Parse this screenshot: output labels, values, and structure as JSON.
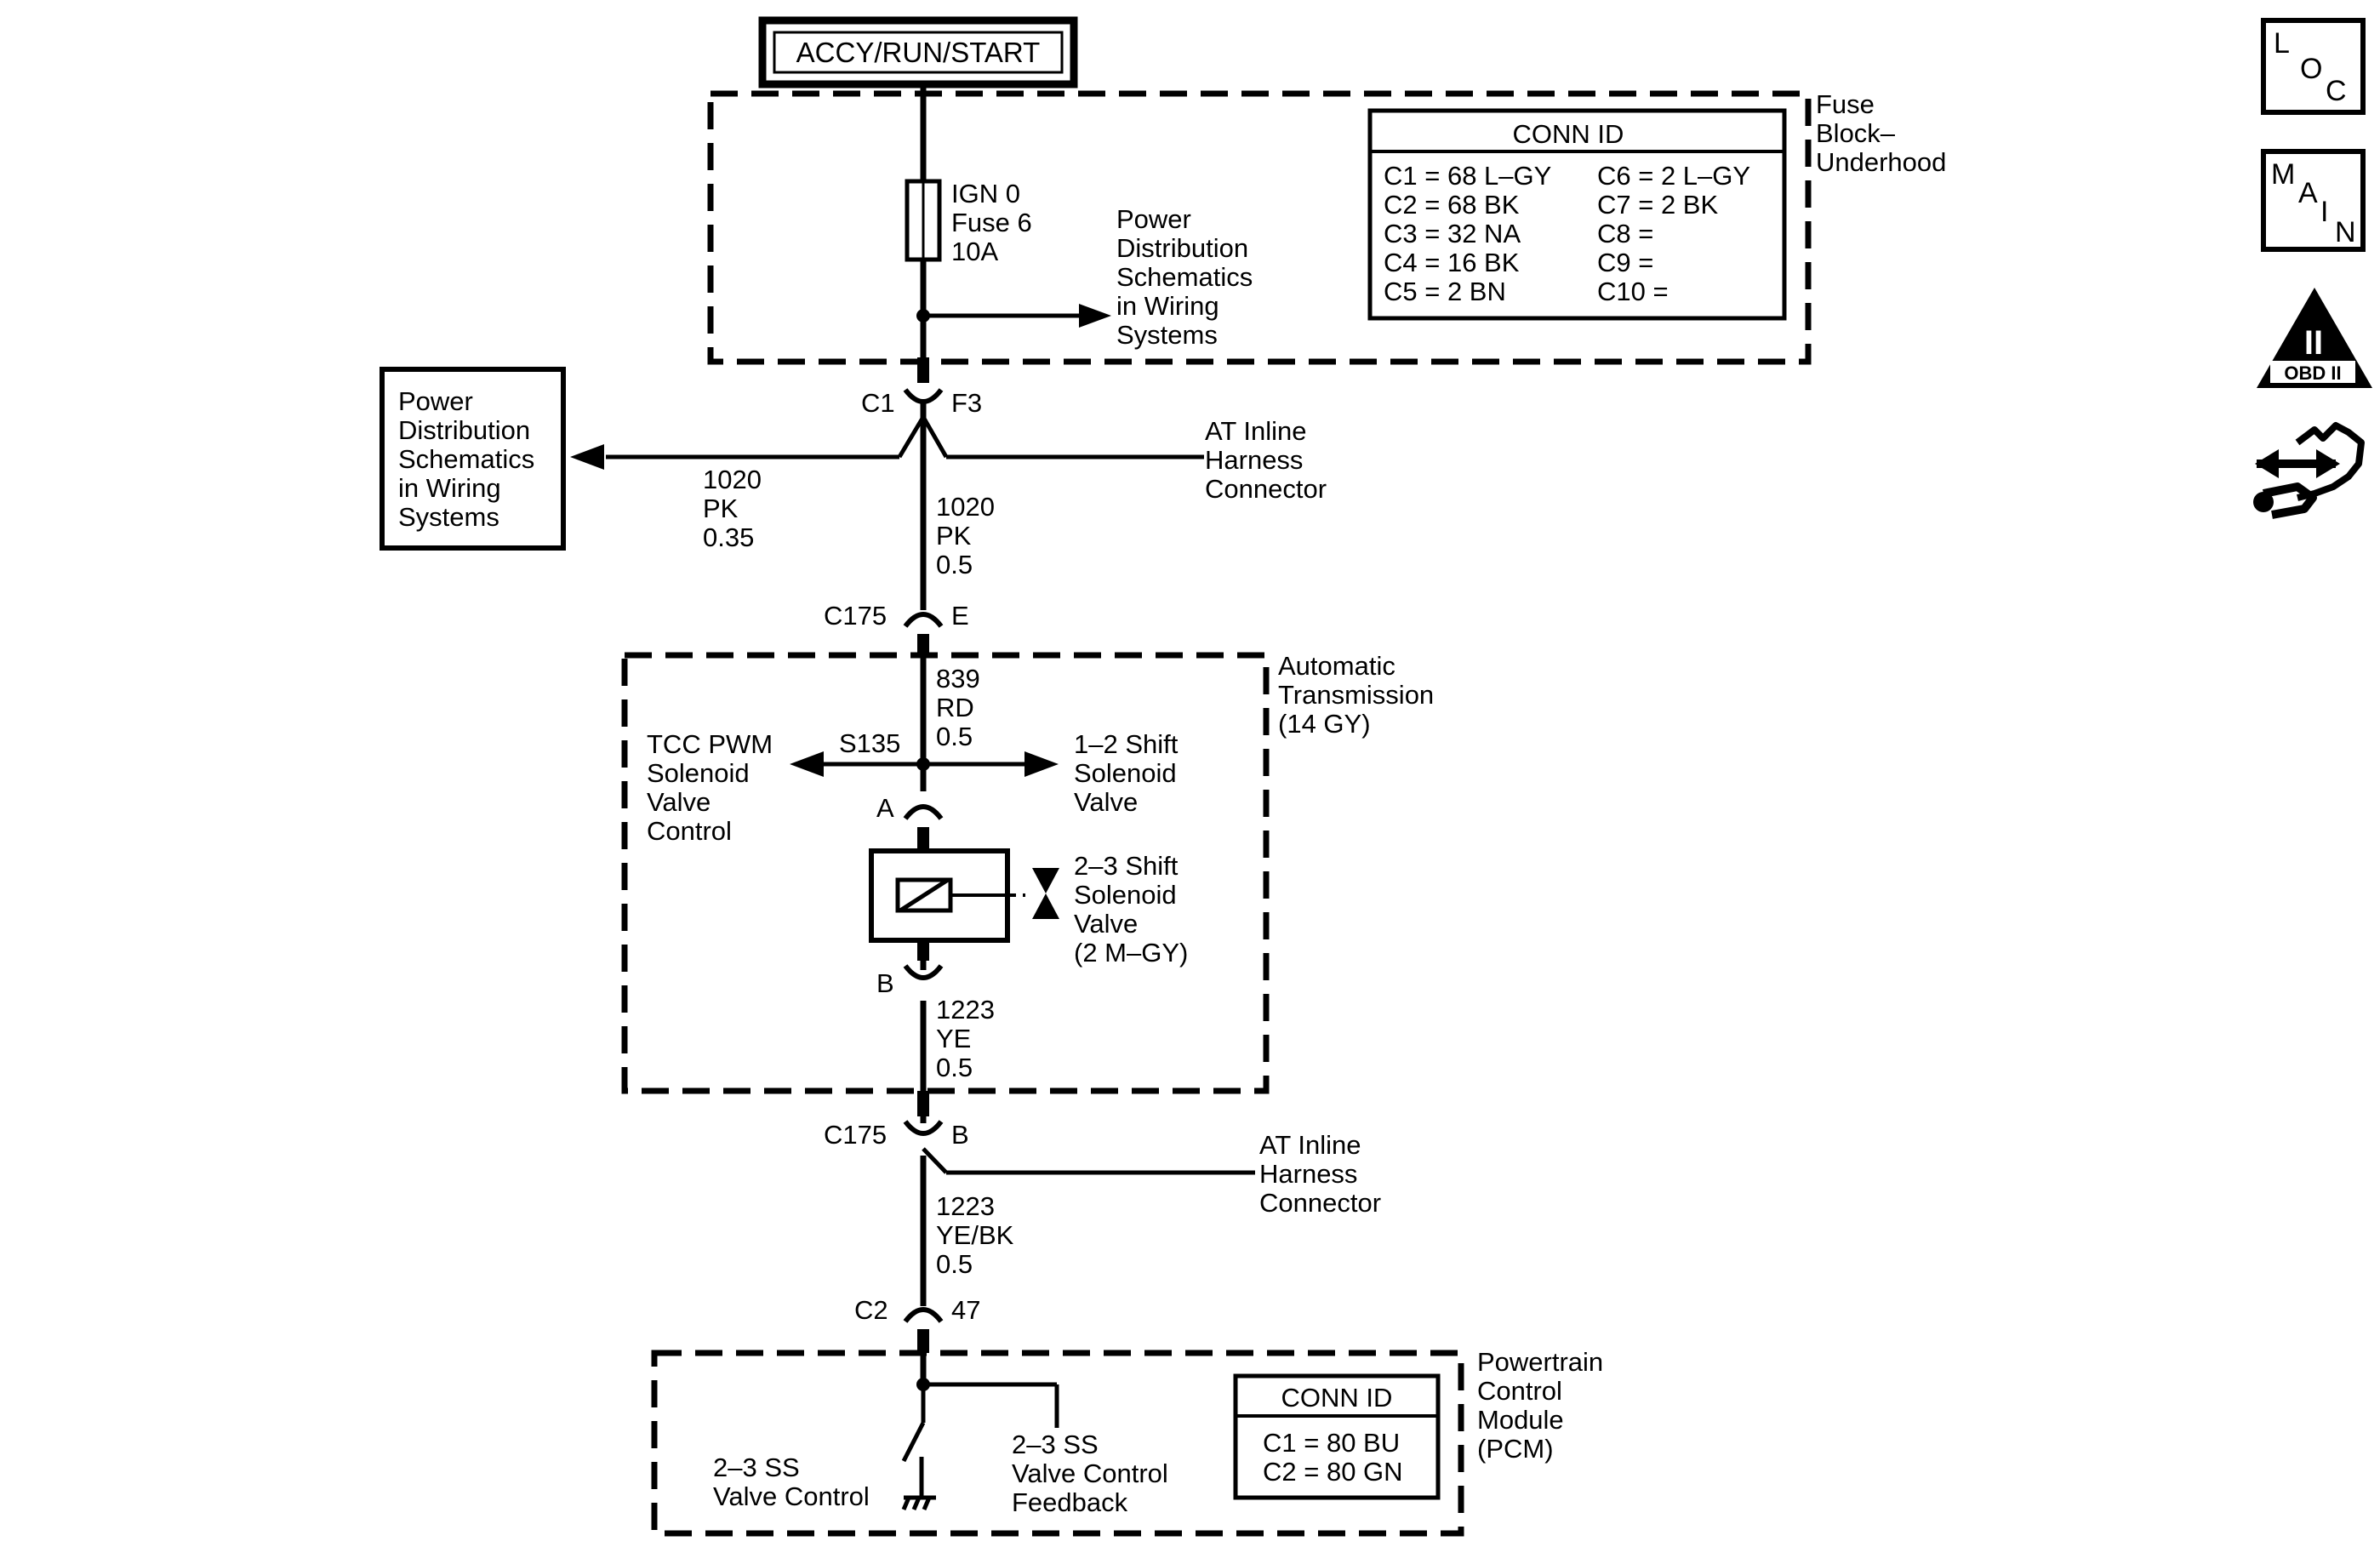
{
  "power_source": {
    "label": "ACCY/RUN/START"
  },
  "fuse_block": {
    "name_lines": [
      "Fuse",
      "Block–",
      "Underhood"
    ],
    "fuse_lines": [
      "IGN 0",
      "Fuse 6",
      "10A"
    ],
    "ref_lines": [
      "Power",
      "Distribution",
      "Schematics",
      "in Wiring",
      "Systems"
    ],
    "conn_id": {
      "title": "CONN ID",
      "left": [
        "C1 = 68 L–GY",
        "C2 = 68 BK",
        "C3 = 32 NA",
        "C4 = 16 BK",
        "C5 = 2 BN"
      ],
      "right": [
        "C6 = 2 L–GY",
        "C7 = 2 BK",
        "C8 =",
        "C9 =",
        "C10 ="
      ]
    }
  },
  "left_ref_box": {
    "lines": [
      "Power",
      "Distribution",
      "Schematics",
      "in Wiring",
      "Systems"
    ]
  },
  "connectors": {
    "c1_left": "C1",
    "c1_right": "F3",
    "c175_top_left": "C175",
    "c175_top_right": "E",
    "c175_bot_left": "C175",
    "c175_bot_right": "B",
    "sol_a": "A",
    "sol_b": "B",
    "c2_left": "C2",
    "c2_right": "47"
  },
  "wires": {
    "left_branch": [
      "1020",
      "PK",
      "0.35"
    ],
    "main_top": [
      "1020",
      "PK",
      "0.5"
    ],
    "trans_top": [
      "839",
      "RD",
      "0.5"
    ],
    "trans_bottom": [
      "1223",
      "YE",
      "0.5"
    ],
    "pcm_in": [
      "1223",
      "YE/BK",
      "0.5"
    ]
  },
  "inline_harness_top": [
    "AT Inline",
    "Harness",
    "Connector"
  ],
  "inline_harness_bottom": [
    "AT Inline",
    "Harness",
    "Connector"
  ],
  "transmission": {
    "name_lines": [
      "Automatic",
      "Transmission",
      "(14 GY)"
    ],
    "splice": "S135",
    "tcc_lines": [
      "TCC PWM",
      "Solenoid",
      "Valve",
      "Control"
    ],
    "shift12_lines": [
      "1–2 Shift",
      "Solenoid",
      "Valve"
    ],
    "shift23_lines": [
      "2–3 Shift",
      "Solenoid",
      "Valve",
      "(2 M–GY)"
    ]
  },
  "pcm": {
    "name_lines": [
      "Powertrain",
      "Control",
      "Module",
      "(PCM)"
    ],
    "control_lines": [
      "2–3 SS",
      "Valve Control"
    ],
    "feedback_lines": [
      "2–3 SS",
      "Valve Control",
      "Feedback"
    ],
    "conn_id": {
      "title": "CONN ID",
      "lines": [
        "C1 = 80 BU",
        "C2 = 80 GN"
      ]
    }
  },
  "side_icons": {
    "loc": [
      "L",
      "O",
      "C"
    ],
    "main": [
      "M",
      "A",
      "I",
      "N"
    ],
    "obd": {
      "numeral": "II",
      "label": "OBD II"
    },
    "connector_icon": "connector-icon"
  }
}
